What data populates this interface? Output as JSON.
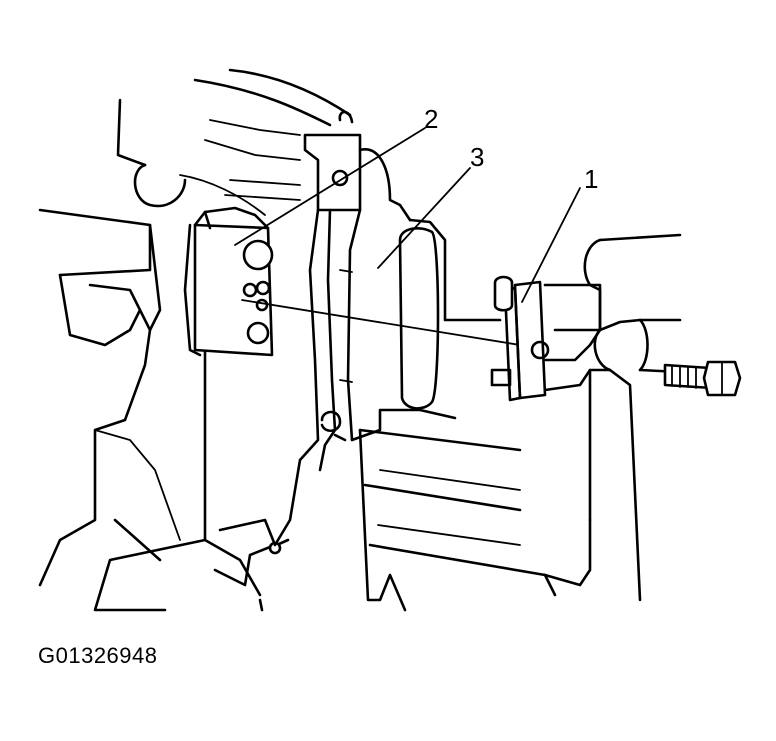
{
  "figure_id": "G01326948",
  "callouts": [
    {
      "label": "1"
    },
    {
      "label": "2"
    },
    {
      "label": "3"
    }
  ]
}
